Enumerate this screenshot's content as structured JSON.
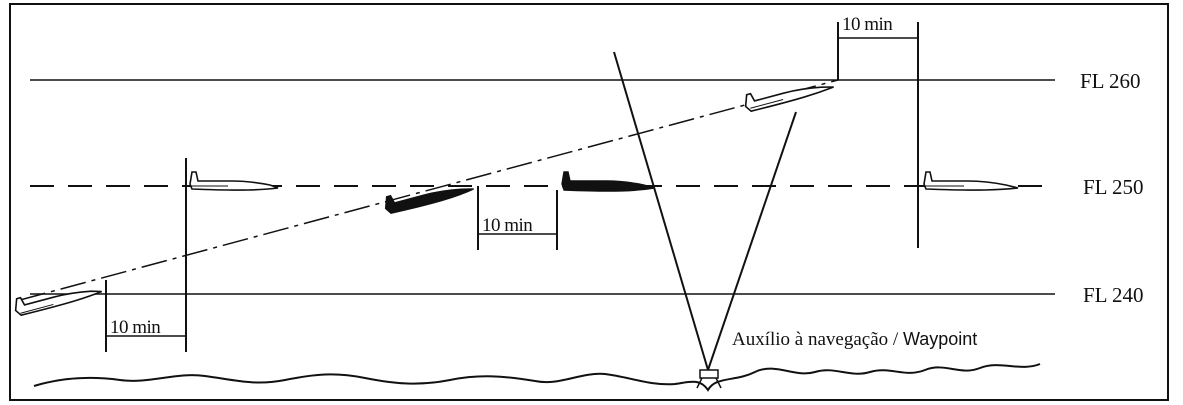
{
  "flight_levels": {
    "fl260": "FL 260",
    "fl250": "FL 250",
    "fl240": "FL 240"
  },
  "intervals": {
    "bottom_left": "10 min",
    "middle": "10 min",
    "top_right": "10 min"
  },
  "navaid": {
    "label_pt": "Auxílio à navegação",
    "separator": " / ",
    "label_en": "Waypoint"
  },
  "colors": {
    "line": "#111111",
    "background": "#ffffff"
  }
}
